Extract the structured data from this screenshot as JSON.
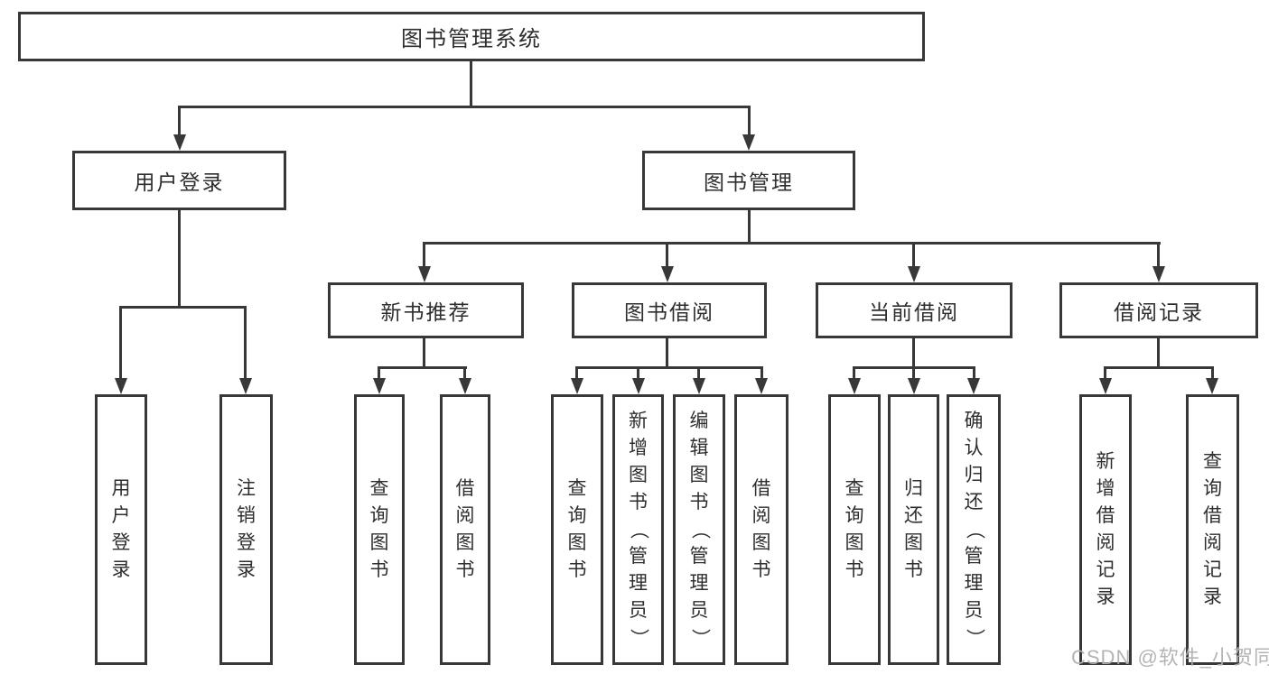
{
  "tree": {
    "root": {
      "label": "图书管理系统"
    },
    "branches": [
      {
        "label": "用户登录",
        "children": [
          {
            "label": "用户登录"
          },
          {
            "label": "注销登录"
          }
        ]
      },
      {
        "label": "图书管理",
        "children": [
          {
            "label": "新书推荐",
            "children": [
              {
                "label": "查询图书"
              },
              {
                "label": "借阅图书"
              }
            ]
          },
          {
            "label": "图书借阅",
            "children": [
              {
                "label": "查询图书"
              },
              {
                "label": "新增图书（管理员）"
              },
              {
                "label": "编辑图书（管理员）"
              },
              {
                "label": "借阅图书"
              }
            ]
          },
          {
            "label": "当前借阅",
            "children": [
              {
                "label": "查询图书"
              },
              {
                "label": "归还图书"
              },
              {
                "label": "确认归还（管理员）"
              }
            ]
          },
          {
            "label": "借阅记录",
            "children": [
              {
                "label": "新增借阅记录"
              },
              {
                "label": "查询借阅记录"
              }
            ]
          }
        ]
      }
    ]
  },
  "watermark": {
    "text": "CSDN @软件_小贺同学"
  },
  "colors": {
    "line": "#383838",
    "text": "#2e2e2e",
    "watermark": "#b0b0b0",
    "background": "#ffffff"
  }
}
